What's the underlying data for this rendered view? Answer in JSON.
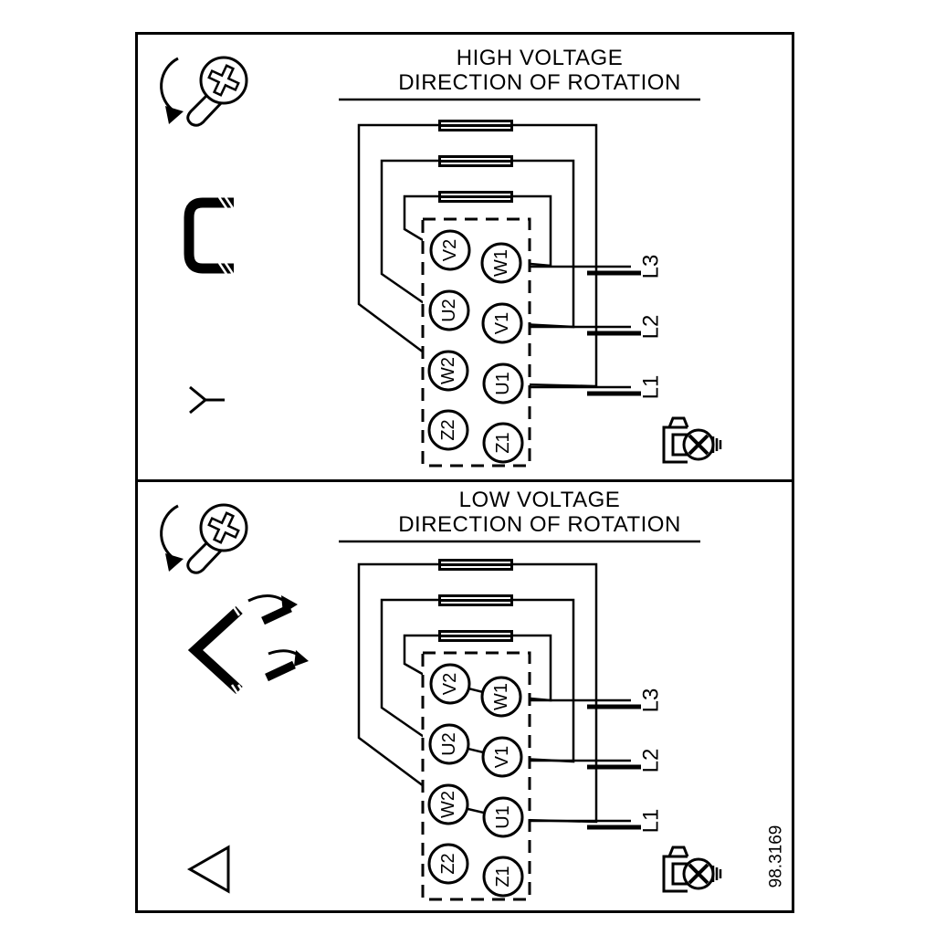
{
  "colors": {
    "ink": "#000000",
    "paper": "#ffffff"
  },
  "figure_number": "98.3169",
  "panels": [
    {
      "title_line1": "HIGH VOLTAGE",
      "title_line2": "DIRECTION OF ROTATION",
      "connection_type": "star",
      "left_icons": [
        "screw-rotation-icon",
        "jumper-bracket-icon",
        "star-symbol"
      ],
      "corner_icon": "ground-screw-icon",
      "terminals": {
        "left_column": [
          "V2",
          "U2",
          "W2",
          "Z2"
        ],
        "right_column": [
          "W1",
          "V1",
          "U1",
          "Z1"
        ]
      },
      "supply_lines": [
        "L3",
        "L2",
        "L1"
      ]
    },
    {
      "title_line1": "LOW VOLTAGE",
      "title_line2": "DIRECTION OF ROTATION",
      "connection_type": "delta",
      "left_icons": [
        "screw-rotation-icon",
        "delta-jumper-icon",
        "delta-symbol"
      ],
      "corner_icon": "ground-screw-icon",
      "terminals": {
        "left_column": [
          "V2",
          "U2",
          "W2",
          "Z2"
        ],
        "right_column": [
          "W1",
          "V1",
          "U1",
          "Z1"
        ]
      },
      "supply_lines": [
        "L3",
        "L2",
        "L1"
      ]
    }
  ]
}
